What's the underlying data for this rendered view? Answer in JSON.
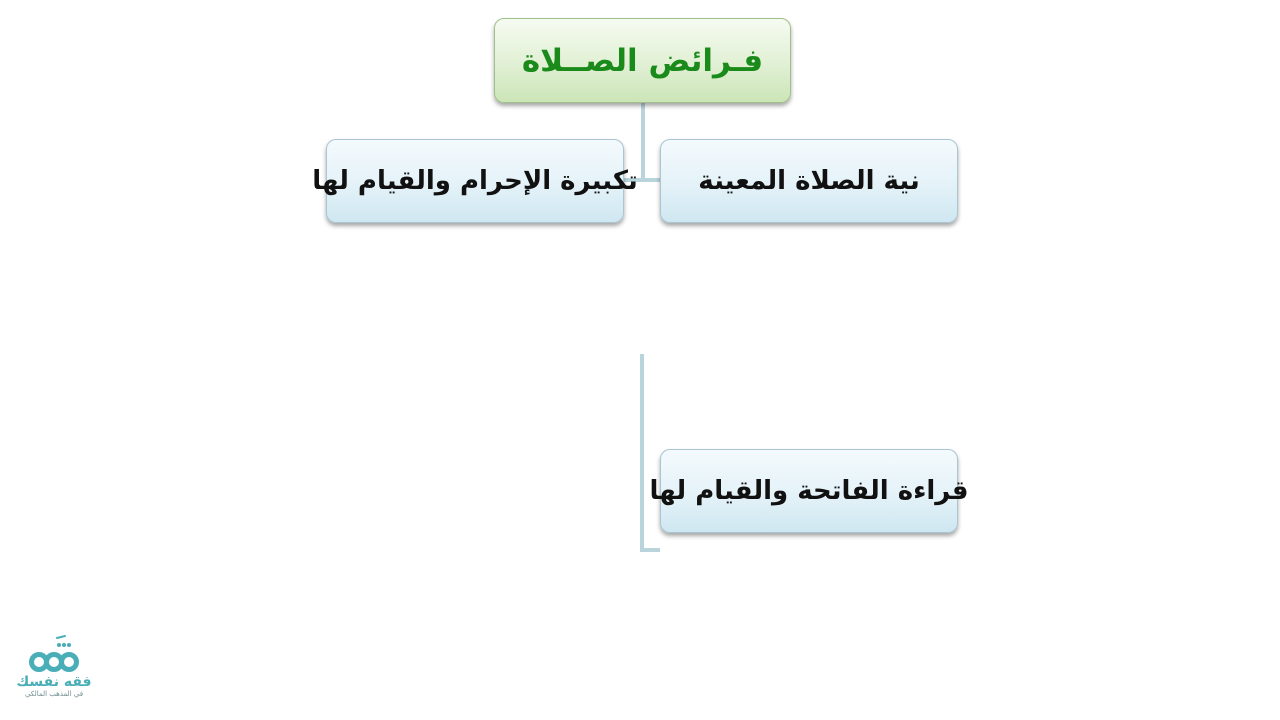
{
  "diagram": {
    "title": "فـرائض الصــلاة",
    "items": [
      "نية الصلاة المعينة",
      "تكبيرة الإحرام والقيام لها",
      "قراءة الفاتحة والقيام لها"
    ]
  },
  "logo": {
    "name": "فقه نفسك",
    "subtitle": "في المذهب المالكي"
  },
  "colors": {
    "title_text": "#1a8a1a",
    "title_fill": "#e1f0d4",
    "item_fill": "#e4f2f8",
    "connector": "#b9d4db",
    "logo": "#4aaeb8"
  }
}
